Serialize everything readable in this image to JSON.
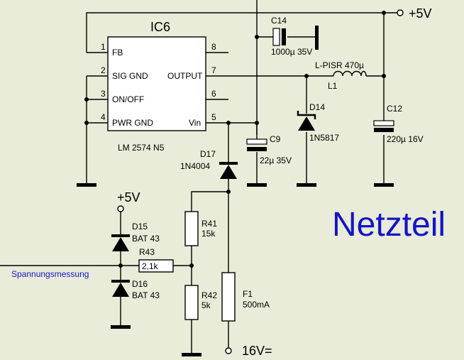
{
  "ic": {
    "ref": "IC6",
    "part": "LM 2574 N5",
    "pins": [
      {
        "num": "1",
        "name": "FB"
      },
      {
        "num": "2",
        "name": "SIG GND"
      },
      {
        "num": "3",
        "name": "ON/OFF"
      },
      {
        "num": "4",
        "name": "PWR GND"
      },
      {
        "num": "8",
        "name": ""
      },
      {
        "num": "7",
        "name": "OUTPUT"
      },
      {
        "num": "6",
        "name": ""
      },
      {
        "num": "5",
        "name": "Vin"
      }
    ]
  },
  "components": {
    "c14": {
      "ref": "C14",
      "value": "1000µ 35V"
    },
    "l1": {
      "ref": "L1",
      "value": "L-PISR 470µ"
    },
    "d14": {
      "ref": "D14",
      "value": "1N5817"
    },
    "c12": {
      "ref": "C12",
      "value": "220µ 16V"
    },
    "c9": {
      "ref": "C9",
      "value": "22µ 35V"
    },
    "d17": {
      "ref": "D17",
      "value": "1N4004"
    },
    "d15": {
      "ref": "D15",
      "value": "BAT 43"
    },
    "d16": {
      "ref": "D16",
      "value": "BAT 43"
    },
    "r43": {
      "ref": "R43",
      "value": "2,1k"
    },
    "r41": {
      "ref": "R41",
      "value": "15k"
    },
    "r42": {
      "ref": "R42",
      "value": "5k"
    },
    "f1": {
      "ref": "F1",
      "value": "500mA"
    }
  },
  "nets": {
    "plus5v_top": "+5V",
    "plus5v_left": "+5V",
    "input_16v": "16V=",
    "measurement": "Spannungsmessung"
  },
  "title": "Netzteil",
  "colors": {
    "background": "#e8ecd8",
    "accent_text": "#1414c8"
  }
}
